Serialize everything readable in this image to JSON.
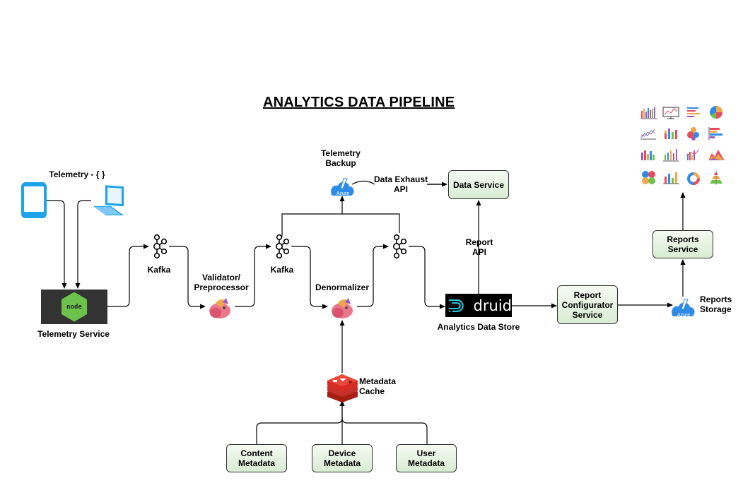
{
  "title": "ANALYTICS DATA PIPELINE",
  "labels": {
    "telemetry_input": "Telemetry - { }",
    "telemetry_service": "Telemetry Service",
    "kafka_1": "Kafka",
    "validator": "Validator/\nPreprocessor",
    "kafka_2": "Kafka",
    "telemetry_backup": "Telemetry\nBackup",
    "data_exhaust_api": "Data Exhaust\nAPI",
    "denormalizer": "Denormalizer",
    "report_api": "Report\nAPI",
    "analytics_data_store": "Analytics Data Store",
    "metadata_cache": "Metadata\nCache",
    "reports_storage": "Reports\nStorage",
    "azure_1": "Azure",
    "azure_2": "Azure",
    "druid": "druid",
    "node": "node"
  },
  "boxes": {
    "data_service": "Data Service",
    "report_configurator": "Report\nConfigurator\nService",
    "reports_service": "Reports\nService",
    "content_metadata": "Content\nMetadata",
    "device_metadata": "Device\nMetadata",
    "user_metadata": "User\nMetadata"
  },
  "colors": {
    "box_top": "#f5faf2",
    "box_bottom": "#d8ecd2",
    "device_blue": "#1ea2e8",
    "azure_blue": "#2f8ce6",
    "redis_red": "#c6302b",
    "node_green": "#6cc24a",
    "processor_pink": "#e8788a"
  },
  "icons": {
    "devices": [
      "phone-icon",
      "laptop-icon"
    ],
    "stream": "kafka-icon",
    "processor": "flink-icon",
    "storage": "azure-storage-icon",
    "cache": "redis-icon",
    "store": "druid-logo",
    "runtime": "nodejs-logo",
    "reports": "chart-thumbnail-icon"
  }
}
